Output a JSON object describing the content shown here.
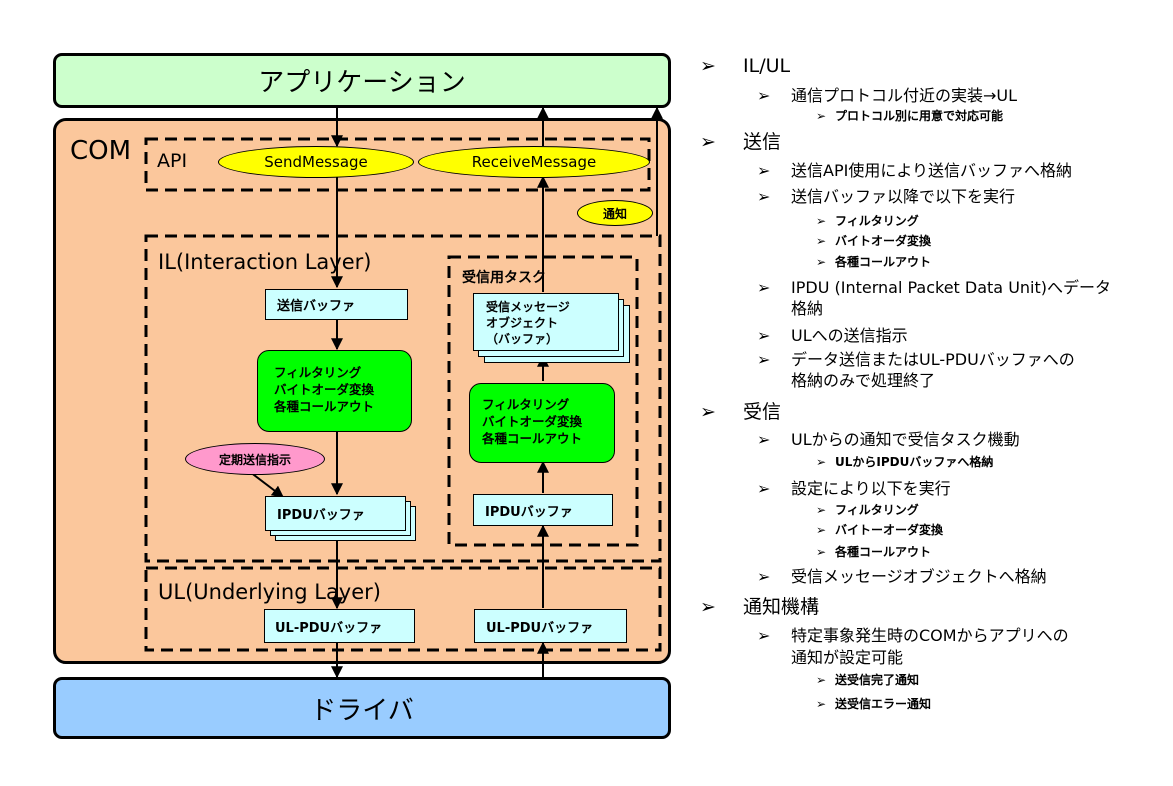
{
  "diagram": {
    "app": "アプリケーション",
    "com": "COM",
    "api": "API",
    "send_message": "SendMessage",
    "receive_message": "ReceiveMessage",
    "notify": "通知",
    "il": "IL(Interaction Layer)",
    "rx_task": "受信用タスク",
    "tx_buffer": "送信バッファ",
    "tx_filter": [
      "フィルタリング",
      "バイトオーダ変換",
      "各種コールアウト"
    ],
    "periodic": "定期送信指示",
    "tx_ipdu": "IPDUバッファ",
    "rx_msg_obj": [
      "受信メッセージ",
      "オブジェクト",
      "（バッファ）"
    ],
    "rx_filter": [
      "フィルタリング",
      "バイトオーダ変換",
      "各種コールアウト"
    ],
    "rx_ipdu": "IPDUバッファ",
    "ul": "UL(Underlying Layer)",
    "tx_ulpdu": "UL-PDUバッファ",
    "rx_ulpdu": "UL-PDUバッファ",
    "driver": "ドライバ",
    "colors": {
      "app": "#ccffcc",
      "com": "#fbc79c",
      "buffer": "#ccffff",
      "process": "#00ff00",
      "api_oval": "#ffff00",
      "periodic_oval": "#ff99cc",
      "driver": "#99ccff"
    }
  },
  "bullets": [
    {
      "level": 1,
      "text": "IL/UL"
    },
    {
      "level": 2,
      "text": "通信プロトコル付近の実装→UL"
    },
    {
      "level": 3,
      "text": "プロトコル別に用意で対応可能"
    },
    {
      "level": 1,
      "text": "送信"
    },
    {
      "level": 2,
      "text": "送信API使用により送信バッファへ格納"
    },
    {
      "level": 2,
      "text": "送信バッファ以降で以下を実行"
    },
    {
      "level": 3,
      "text": "フィルタリング"
    },
    {
      "level": 3,
      "text": "バイトオーダ変換"
    },
    {
      "level": 3,
      "text": "各種コールアウト"
    },
    {
      "level": 2,
      "text": "IPDU (Internal Packet Data Unit)へデータ"
    },
    {
      "level": 2,
      "cont": true,
      "text": "格納"
    },
    {
      "level": 2,
      "text": "ULへの送信指示"
    },
    {
      "level": 2,
      "text": "データ送信またはUL-PDUバッファへの"
    },
    {
      "level": 2,
      "cont": true,
      "text": "格納のみで処理終了"
    },
    {
      "level": 1,
      "text": "受信"
    },
    {
      "level": 2,
      "text": "ULからの通知で受信タスク機動"
    },
    {
      "level": 3,
      "text": "ULからIPDUバッファへ格納"
    },
    {
      "level": 2,
      "text": "設定により以下を実行"
    },
    {
      "level": 3,
      "text": "フィルタリング"
    },
    {
      "level": 3,
      "text": "バイトーオーダ変換"
    },
    {
      "level": 3,
      "text": "各種コールアウト"
    },
    {
      "level": 2,
      "text": "受信メッセージオブジェクトへ格納"
    },
    {
      "level": 1,
      "text": "通知機構"
    },
    {
      "level": 2,
      "text": "特定事象発生時のCOMからアプリへの"
    },
    {
      "level": 2,
      "cont": true,
      "text": "通知が設定可能"
    },
    {
      "level": 3,
      "text": "送受信完了通知"
    },
    {
      "level": 3,
      "text": "送受信エラー通知"
    }
  ],
  "bullet_marker": "➢"
}
